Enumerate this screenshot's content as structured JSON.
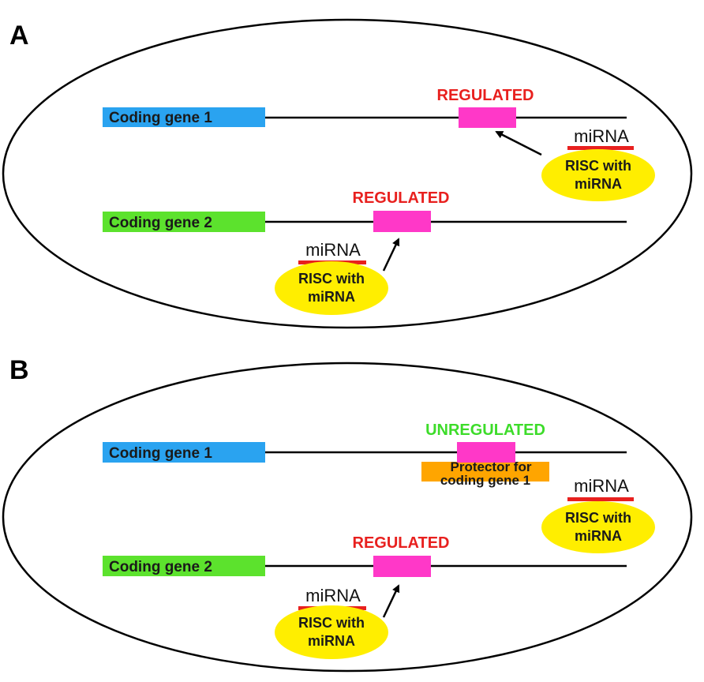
{
  "panel_a": {
    "letter": "A",
    "gene1": {
      "label": "Coding gene 1",
      "status": "REGULATED"
    },
    "gene2": {
      "label": "Coding gene 2",
      "status": "REGULATED"
    },
    "risc1": {
      "mirna": "miRNA",
      "line1": "RISC with",
      "line2": "miRNA"
    },
    "risc2": {
      "mirna": "miRNA",
      "line1": "RISC with",
      "line2": "miRNA"
    }
  },
  "panel_b": {
    "letter": "B",
    "gene1": {
      "label": "Coding gene 1",
      "status": "UNREGULATED"
    },
    "protector": {
      "line1": "Protector for",
      "line2": "coding gene 1"
    },
    "gene2": {
      "label": "Coding gene 2",
      "status": "REGULATED"
    },
    "risc1": {
      "mirna": "miRNA",
      "line1": "RISC with",
      "line2": "miRNA"
    },
    "risc2": {
      "mirna": "miRNA",
      "line1": "RISC with",
      "line2": "miRNA"
    }
  },
  "colors": {
    "gene1": "#2aa3f0",
    "gene2": "#5ce22d",
    "site": "#ff38c8",
    "mirna_strand": "#e8201e",
    "risc": "#ffee00",
    "protector": "#ffa500",
    "regulated_text": "#e8201e",
    "unregulated_text": "#3ddc2a"
  }
}
